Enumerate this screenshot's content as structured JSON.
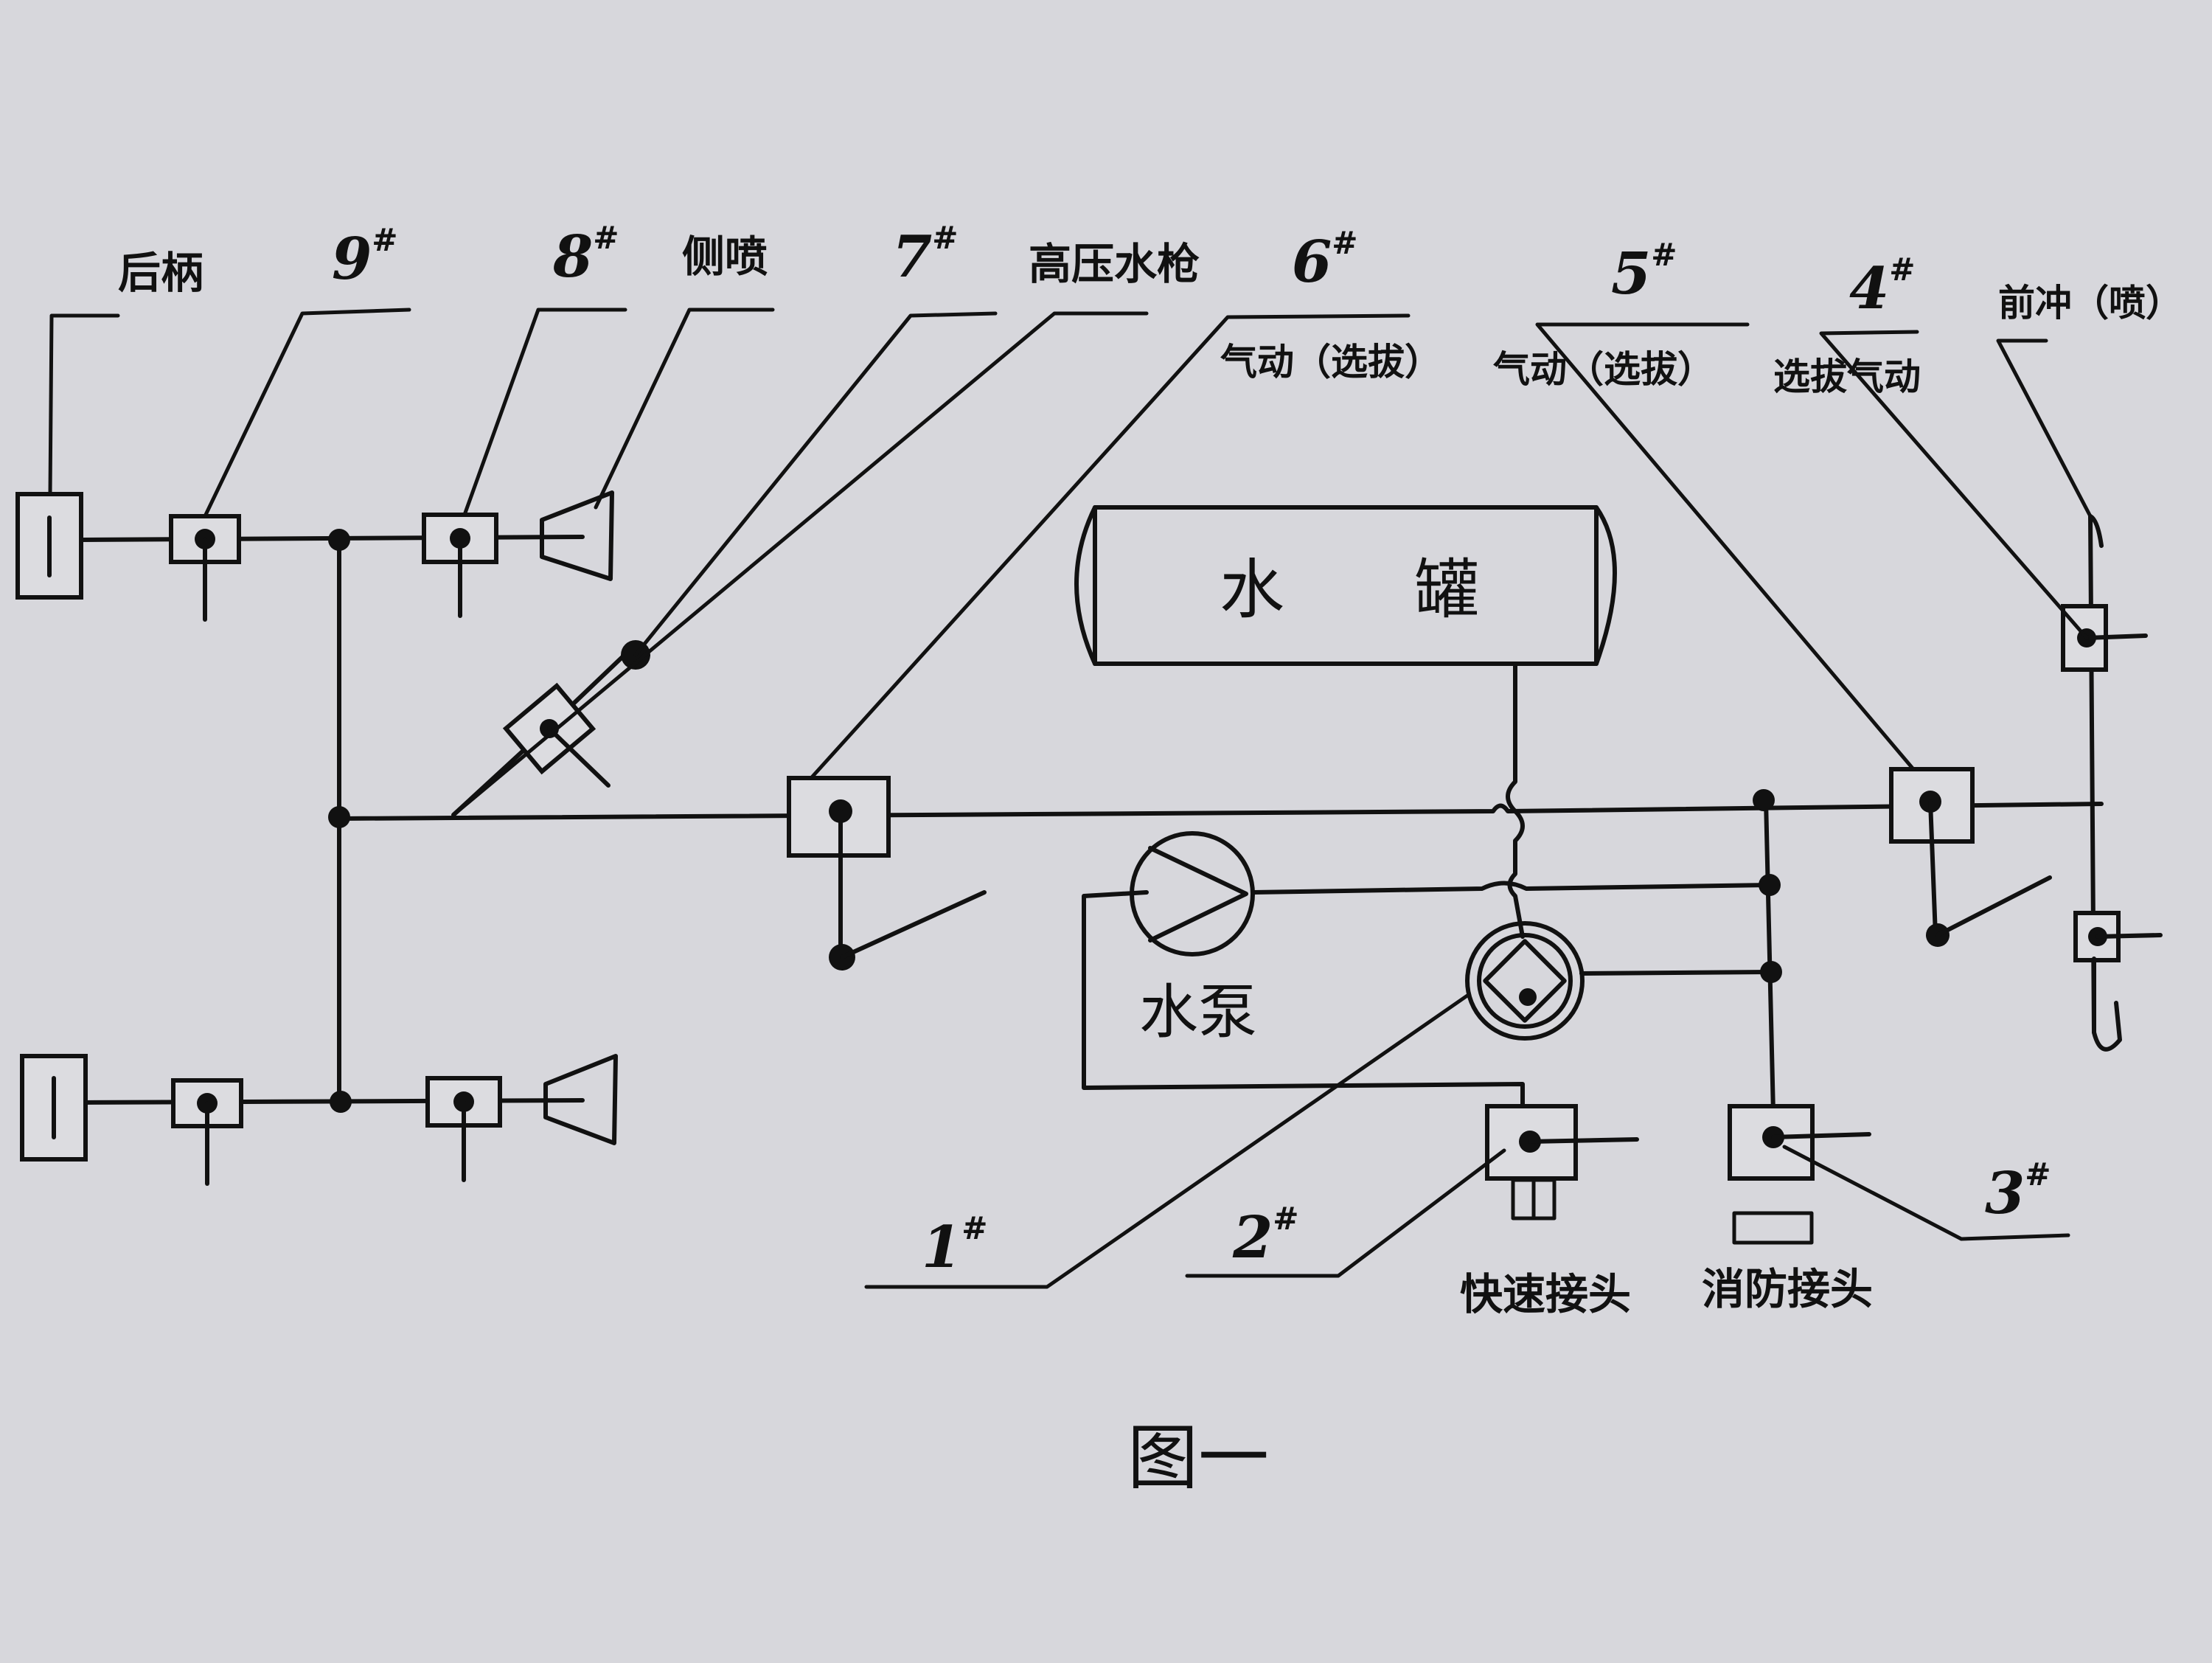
{
  "numbers": {
    "n1": "1",
    "n2": "2",
    "n3": "3",
    "n4": "4",
    "n5": "5",
    "n6": "6",
    "n7": "7",
    "n8": "8",
    "n9": "9",
    "mark": "#"
  },
  "labels": {
    "rear_handle": "后柄",
    "side_spray": "侧喷",
    "high_pressure_gun": "高压水枪",
    "pneumatic_opt_6": "气动（选拔）",
    "pneumatic_opt_5": "气动（选拔）",
    "opt_pneumatic_4": "选拔气动",
    "front_flush": "前冲（喷）",
    "water_tank": "水　　罐",
    "water_pump": "水泵",
    "quick_coupling": "快速接头",
    "fire_coupling": "消防接头"
  },
  "caption": "图一"
}
